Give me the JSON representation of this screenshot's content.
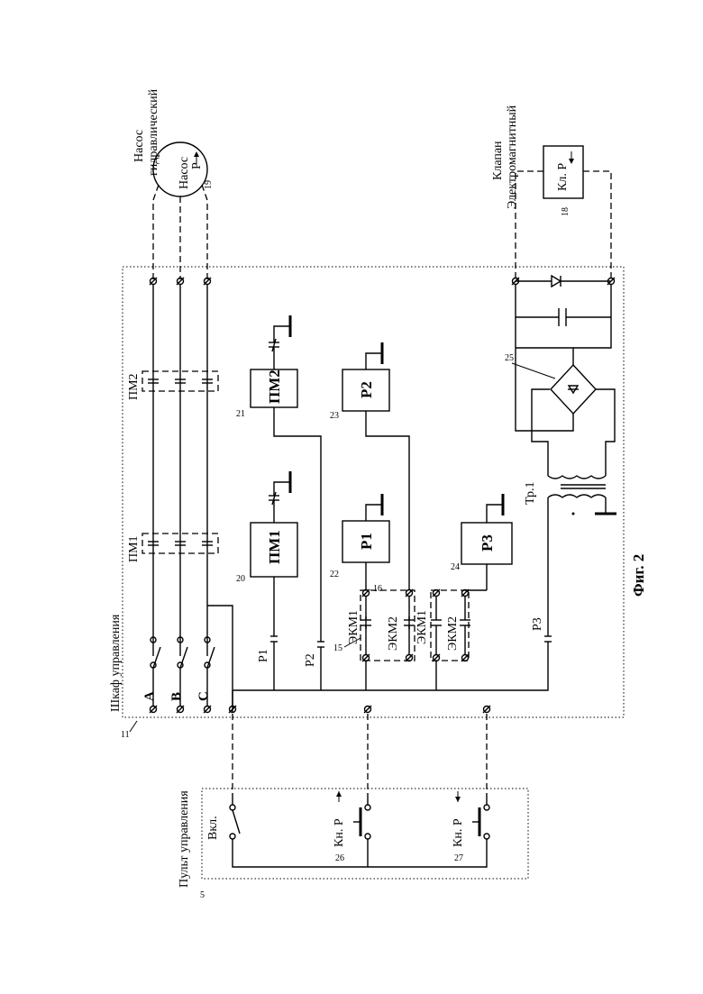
{
  "figure_caption": "Фиг. 2",
  "cabinet": {
    "title": "Шкаф управления",
    "ref": "11"
  },
  "console": {
    "title": "Пульт управления",
    "ref": "5"
  },
  "pump": {
    "title_line1": "Насос",
    "title_line2": "гидравлический",
    "inner_label": "Насос",
    "inner_sub": "Р",
    "ref": "19"
  },
  "valve": {
    "title_line1": "Клапан",
    "title_line2": "Электромагнитный",
    "inner_label": "Кл. Р",
    "ref": "18"
  },
  "phases": {
    "a": "A",
    "b": "B",
    "c": "C"
  },
  "contactor_groups": {
    "pm1": "ПМ1",
    "pm2": "ПМ2"
  },
  "relays": {
    "pm1": {
      "label": "ПМ1",
      "ref": "20"
    },
    "pm2": {
      "label": "ПМ2",
      "ref": "21"
    },
    "r1": {
      "label": "Р1",
      "ref": "22"
    },
    "r2": {
      "label": "Р2",
      "ref": "23"
    },
    "r3": {
      "label": "Р3",
      "ref": "24"
    }
  },
  "contacts": {
    "p1": "Р1",
    "p2": "Р2",
    "p3": "Р3"
  },
  "ekm": {
    "ekm1_top": "ЭКМ1",
    "ekm2_top": "ЭКМ2",
    "ekm1_bottom": "ЭКМ1",
    "ekm2_bottom": "ЭКМ2",
    "ref15": "15",
    "ref16": "16"
  },
  "transformer": {
    "label": "Тр.1"
  },
  "bridge": {
    "ref": "25"
  },
  "buttons": {
    "vkl": {
      "label": "Вкл."
    },
    "kn_up": {
      "label": "Кн. Р",
      "ref": "26"
    },
    "kn_down": {
      "label": "Кн. Р",
      "ref": "27"
    }
  }
}
